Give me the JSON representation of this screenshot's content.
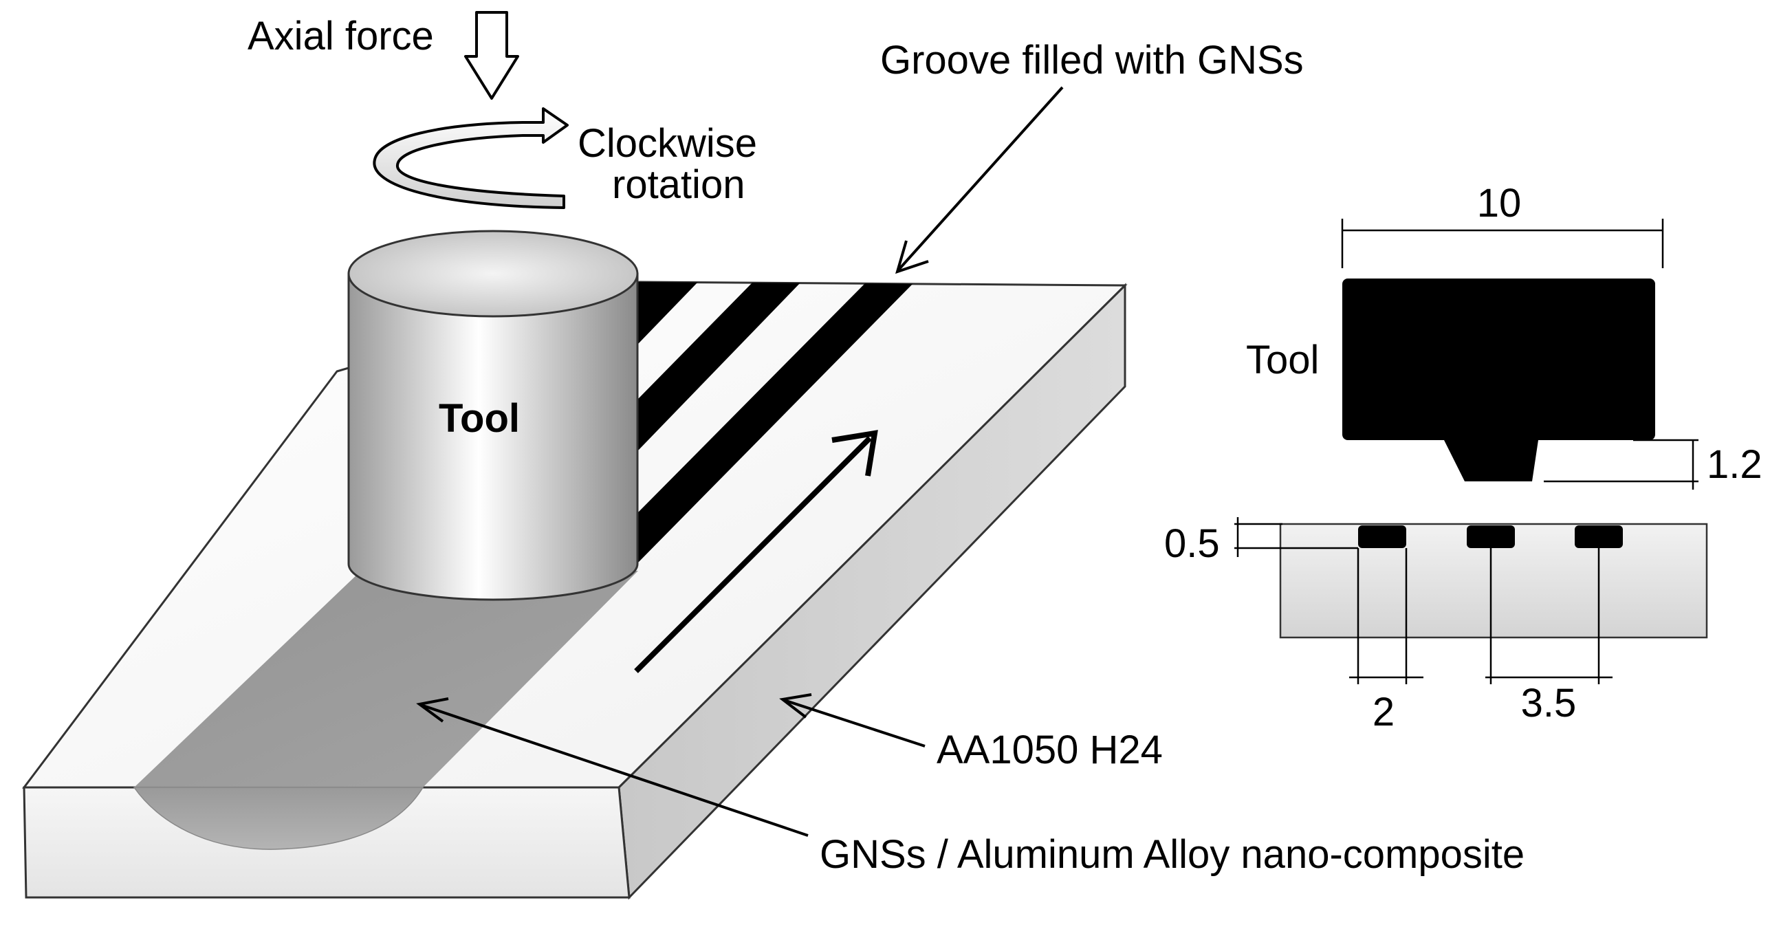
{
  "labels": {
    "axial_force": "Axial force",
    "clockwise_1": "Clockwise",
    "clockwise_2": "rotation",
    "groove": "Groove filled with GNSs",
    "tool_cylinder": "Tool",
    "material": "AA1050 H24",
    "composite": "GNSs / Aluminum Alloy nano-composite",
    "tool_profile": "Tool"
  },
  "dimensions": {
    "tool_width": "10",
    "pin_height": "1.2",
    "groove_depth": "0.5",
    "groove_width": "2",
    "groove_spacing": "3.5"
  }
}
